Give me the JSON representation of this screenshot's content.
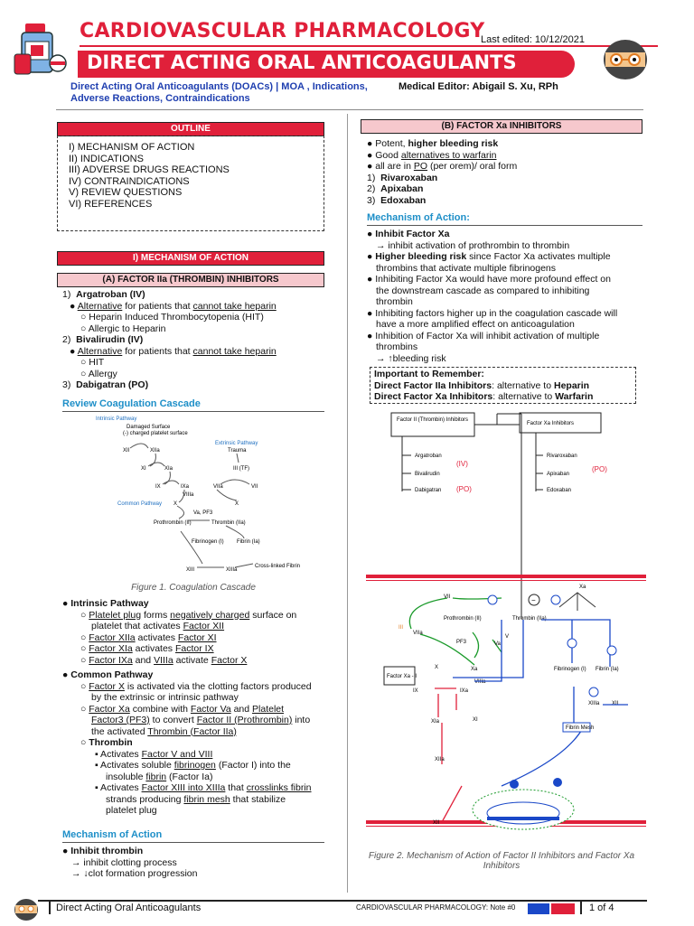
{
  "header": {
    "title_line1": "CARDIOVASCULAR PHARMACOLOGY",
    "title_line2": "DIRECT ACTING ORAL ANTICOAGULANTS",
    "last_edited": "Last edited: 10/12/2021",
    "subtitle": "Direct Acting Oral Anticoagulants (DOACs) | MOA , Indications, Adverse Reactions, Contraindications",
    "editor": "Medical Editor: Abigail S. Xu, RPh"
  },
  "outline": {
    "heading": "OUTLINE",
    "items": [
      "I) MECHANISM OF ACTION",
      "II) INDICATIONS",
      "III) ADVERSE DRUGS REACTIONS",
      "IV) CONTRAINDICATIONS",
      "V) REVIEW QUESTIONS",
      "VI) REFERENCES"
    ]
  },
  "section1": {
    "heading": "I)  MECHANISM OF ACTION",
    "subA": "(A)  FACTOR IIa (THROMBIN) INHIBITORS",
    "drug1": "Argatroban (IV)",
    "alt": "Alternative",
    "alt_rest": " for patients that ",
    "cannot": "cannot take heparin",
    "hit_full": "Heparin Induced Thrombocytopenia (HIT)",
    "allergic": "Allergic to Heparin",
    "drug2": "Bivalirudin (IV)",
    "hit": "HIT",
    "allergy": "Allergy",
    "drug3": "Dabigatran (PO)",
    "review": "Review Coagulation Cascade",
    "fig1": "Figure 1. Coagulation Cascade",
    "intrinsic": "Intrinsic Pathway",
    "common": "Common Pathway",
    "thrombin": "Thrombin",
    "moa": "Mechanism of Action",
    "inhibit_thrombin": "Inhibit thrombin",
    "arrow1": "→ inhibit clotting process",
    "arrow2": "→ ↓clot formation progression"
  },
  "cascade": {
    "intrinsic": "Intrinsic Pathway",
    "damaged": "Damaged Surface",
    "charged": "(-) charged platelet surface",
    "extrinsic": "Extrinsic Pathway",
    "trauma": "Trauma",
    "common": "Common Pathway",
    "xii": "XII",
    "xiia": "XIIa",
    "xi": "XI",
    "xia": "XIa",
    "ix": "IX",
    "ixa": "IXa",
    "viiia": "VIIIa",
    "iii": "III (TF)",
    "vii": "VII",
    "viia": "VIIa",
    "x": "X",
    "x2": "X",
    "va": "Va, PF3",
    "prothrombin": "Prothrombin (II)",
    "thrombin": "Thrombin (IIa)",
    "fibrinogen": "Fibrinogen (I)",
    "fibrin": "Fibrin (Ia)",
    "xiii": "XIII",
    "xiiia": "XIIIa",
    "crosslinked": "Cross-linked Fibrin"
  },
  "sectionB": {
    "heading": "(B)  FACTOR Xa INHIBITORS",
    "d1": "Rivaroxaban",
    "d2": "Apixaban",
    "d3": "Edoxaban",
    "moa": "Mechanism of Action:",
    "important": "Important to Remember:",
    "imp1_a": "Direct Factor IIa Inhibitors",
    "imp1_b": ": alternative to ",
    "imp1_c": "Heparin",
    "imp2_a": "Direct Factor Xa Inhibitors",
    "imp2_b": ": alternative to ",
    "imp2_c": "Warfarin",
    "fig2": "Figure 2. Mechanism of Action of Factor II Inhibitors and Factor Xa Inhibitors"
  },
  "diagram": {
    "box1": "Factor II (Thrombin) Inhibitors",
    "box2": "Factor Xa Inhibitors",
    "argatroban": "Argatroban",
    "bivalirudin": "Bivalirudin",
    "dabigatran": "Dabigatran",
    "iv": "(IV)",
    "po": "(PO)",
    "po2": "(PO)",
    "rivaroxaban": "Rivaroxaban",
    "apixaban": "Apixaban",
    "edoxaban": "Edoxaban",
    "prothrombin": "Prothrombin (II)",
    "thrombin": "Thrombin (IIa)",
    "fibrinogen": "Fibrinogen (I)",
    "fibrin": "Fibrin (Ia)",
    "factor_xai": "Factor Xa - I",
    "fibrin_mesh": "Fibrin Mesh",
    "vii": "VII",
    "viia": "VIIa",
    "pf3": "PF3",
    "va": "Va",
    "v": "V",
    "x": "X",
    "xa": "Xa",
    "viiia": "VIIIa",
    "ix": "IX",
    "ixa": "IXa",
    "xi": "XI",
    "xia": "XIa",
    "xiia": "XIIa",
    "xii": "XII",
    "xiii": "XIII",
    "xiiia": "XIIIa",
    "iii": "III"
  },
  "footer": {
    "left": "Direct Acting Oral Anticoagulants",
    "note": "CARDIOVASCULAR PHARMACOLOGY: Note #0",
    "page": "1 of 4"
  }
}
